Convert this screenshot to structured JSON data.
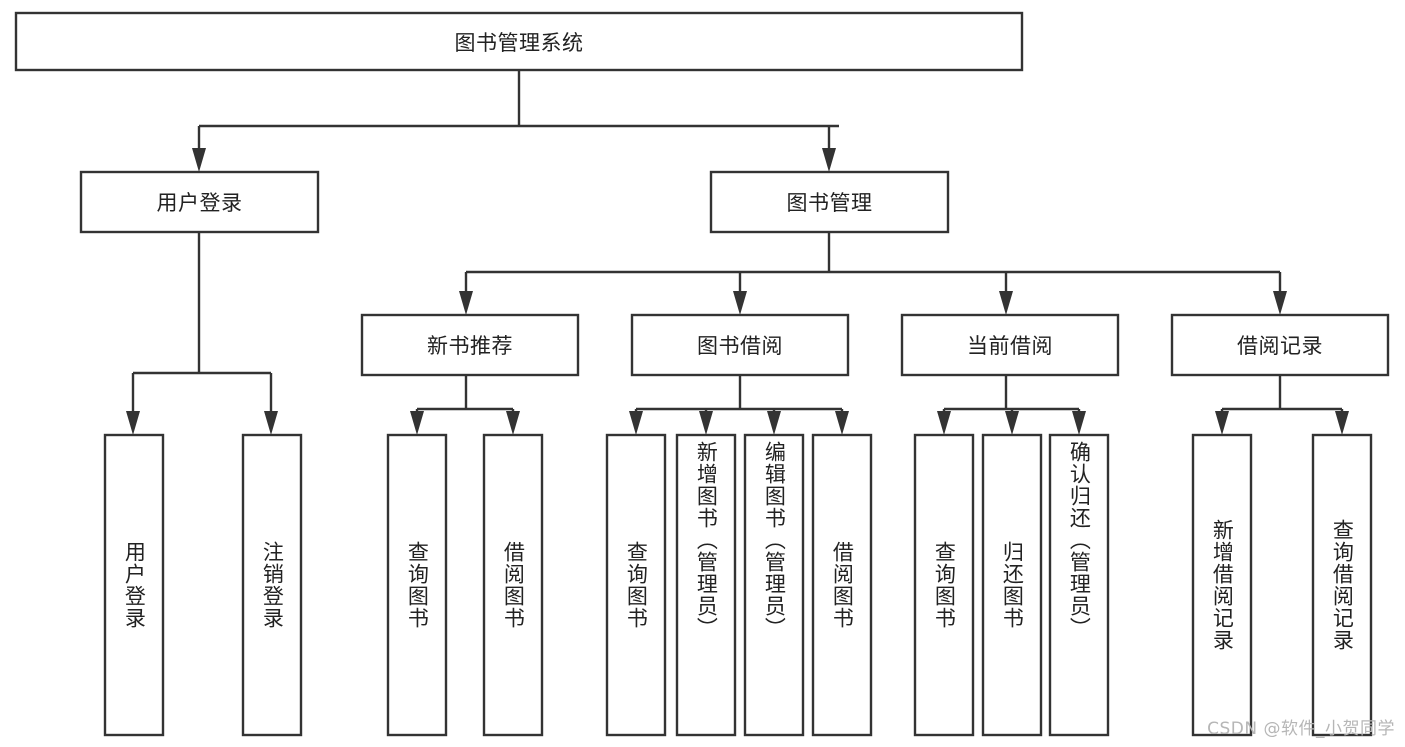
{
  "diagram": {
    "type": "tree-hierarchy",
    "title": "图书管理系统",
    "colors": {
      "stroke": "#333333",
      "box_fill": "#ffffff",
      "text": "#222222",
      "background": "#ffffff",
      "watermark": "#b6b6b6"
    },
    "root": {
      "id": "root",
      "label": "图书管理系统",
      "orientation": "horizontal"
    },
    "level2": [
      {
        "id": "user-login",
        "label": "用户登录",
        "orientation": "horizontal"
      },
      {
        "id": "book-management",
        "label": "图书管理",
        "orientation": "horizontal"
      }
    ],
    "level3": [
      {
        "id": "new-book-recommend",
        "label": "新书推荐",
        "parent": "book-management",
        "orientation": "horizontal"
      },
      {
        "id": "book-borrow",
        "label": "图书借阅",
        "parent": "book-management",
        "orientation": "horizontal"
      },
      {
        "id": "current-borrow",
        "label": "当前借阅",
        "parent": "book-management",
        "orientation": "horizontal"
      },
      {
        "id": "borrow-record",
        "label": "借阅记录",
        "parent": "book-management",
        "orientation": "horizontal"
      }
    ],
    "leaves": [
      {
        "id": "leaf-user-login",
        "label": "用户登录",
        "parent": "user-login",
        "orientation": "vertical"
      },
      {
        "id": "leaf-logout-login",
        "label": "注销登录",
        "parent": "user-login",
        "orientation": "vertical"
      },
      {
        "id": "leaf-query-book-1",
        "label": "查询图书",
        "parent": "new-book-recommend",
        "orientation": "vertical"
      },
      {
        "id": "leaf-borrow-book-1",
        "label": "借阅图书",
        "parent": "new-book-recommend",
        "orientation": "vertical"
      },
      {
        "id": "leaf-query-book-2",
        "label": "查询图书",
        "parent": "book-borrow",
        "orientation": "vertical"
      },
      {
        "id": "leaf-add-book",
        "label": "新增图书（管理员）",
        "parent": "book-borrow",
        "orientation": "vertical"
      },
      {
        "id": "leaf-edit-book",
        "label": "编辑图书（管理员）",
        "parent": "book-borrow",
        "orientation": "vertical"
      },
      {
        "id": "leaf-borrow-book-2",
        "label": "借阅图书",
        "parent": "book-borrow",
        "orientation": "vertical"
      },
      {
        "id": "leaf-query-book-3",
        "label": "查询图书",
        "parent": "current-borrow",
        "orientation": "vertical"
      },
      {
        "id": "leaf-return-book",
        "label": "归还图书",
        "parent": "current-borrow",
        "orientation": "vertical"
      },
      {
        "id": "leaf-confirm-return",
        "label": "确认归还（管理员）",
        "parent": "current-borrow",
        "orientation": "vertical"
      },
      {
        "id": "leaf-add-record",
        "label": "新增借阅记录",
        "parent": "borrow-record",
        "orientation": "vertical"
      },
      {
        "id": "leaf-query-record",
        "label": "查询借阅记录",
        "parent": "borrow-record",
        "orientation": "vertical"
      }
    ],
    "watermark": "CSDN @软件_小贺同学"
  }
}
